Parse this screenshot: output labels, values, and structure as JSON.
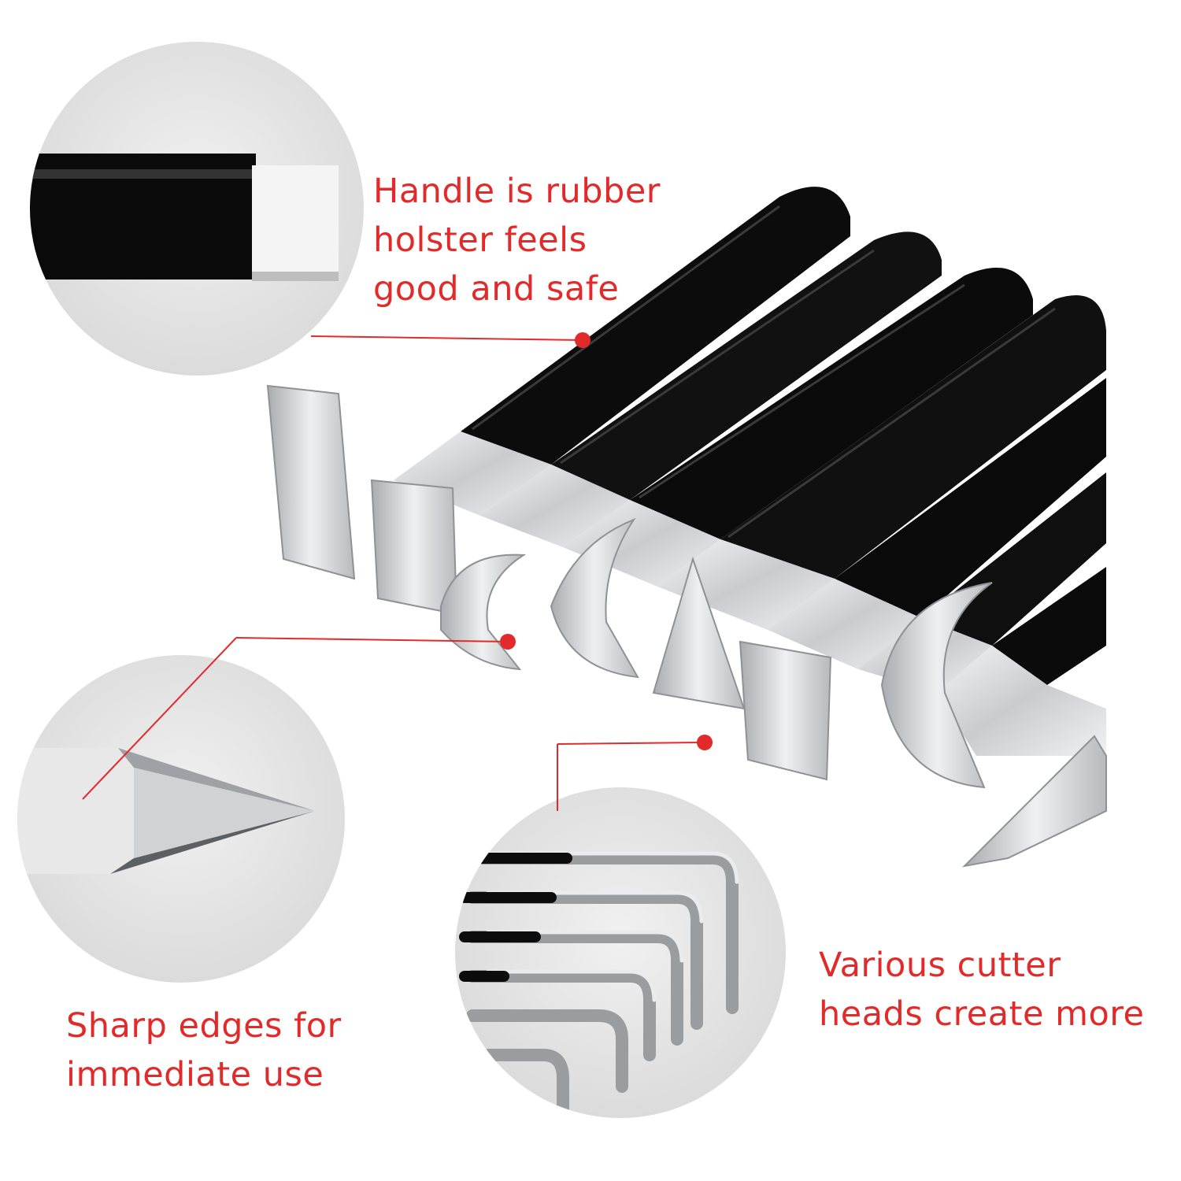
{
  "captions": {
    "handle": {
      "lines": [
        "Handle is rubber",
        "holster feels",
        "good and safe"
      ]
    },
    "sharp": {
      "lines": [
        "Sharp edges for",
        "immediate use"
      ]
    },
    "various": {
      "lines": [
        "Various cutter",
        "heads create more"
      ]
    }
  },
  "colors": {
    "accent": "#e32a2a",
    "handle": "#0c0c0c",
    "steel": "#d6d8da",
    "zoom_circle": "#e2e2e2"
  }
}
